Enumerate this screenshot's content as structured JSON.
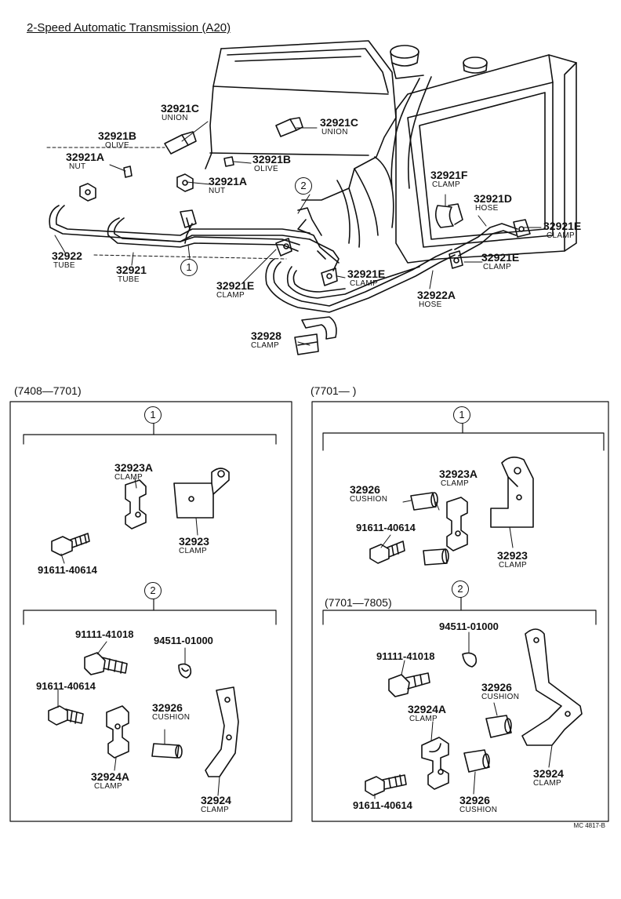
{
  "title": "2-Speed Automatic Transmission (A20)",
  "drawing_code": "MC 4817-B",
  "main_labels": [
    {
      "id": "c1",
      "part": "32921C",
      "name": "UNION"
    },
    {
      "id": "c2",
      "part": "32921C",
      "name": "UNION"
    },
    {
      "id": "b1",
      "part": "32921B",
      "name": "OLIVE"
    },
    {
      "id": "b2",
      "part": "32921B",
      "name": "OLIVE"
    },
    {
      "id": "a1",
      "part": "32921A",
      "name": "NUT"
    },
    {
      "id": "a2",
      "part": "32921A",
      "name": "NUT"
    },
    {
      "id": "f1",
      "part": "32921F",
      "name": "CLAMP"
    },
    {
      "id": "d1",
      "part": "32921D",
      "name": "HOSE"
    },
    {
      "id": "e1",
      "part": "32921E",
      "name": "CLAMP"
    },
    {
      "id": "e2",
      "part": "32921E",
      "name": "CLAMP"
    },
    {
      "id": "e3",
      "part": "32921E",
      "name": "CLAMP"
    },
    {
      "id": "e4",
      "part": "32921E",
      "name": "CLAMP"
    },
    {
      "id": "t1",
      "part": "32922",
      "name": "TUBE"
    },
    {
      "id": "t2",
      "part": "32921",
      "name": "TUBE"
    },
    {
      "id": "h1",
      "part": "32922A",
      "name": "HOSE"
    },
    {
      "id": "k1",
      "part": "32928",
      "name": "CLAMP"
    }
  ],
  "callouts": {
    "one": "1",
    "two": "2"
  },
  "panel_left": {
    "range": "(7408—7701)",
    "g1": {
      "marker": "1",
      "clamp_a": {
        "part": "32923A",
        "name": "CLAMP"
      },
      "clamp": {
        "part": "32923",
        "name": "CLAMP"
      },
      "bolt": "91611-40614"
    },
    "g2": {
      "marker": "2",
      "bolt1": "91111-41018",
      "washer": "94511-01000",
      "bolt2": "91611-40614",
      "cushion": {
        "part": "32926",
        "name": "CUSHION"
      },
      "clamp_a": {
        "part": "32924A",
        "name": "CLAMP"
      },
      "clamp": {
        "part": "32924",
        "name": "CLAMP"
      }
    }
  },
  "panel_right": {
    "range": "(7701—       )",
    "g1": {
      "marker": "1",
      "cushion": {
        "part": "32926",
        "name": "CUSHION"
      },
      "clamp_a": {
        "part": "32923A",
        "name": "CLAMP"
      },
      "bolt": "91611-40614",
      "clamp": {
        "part": "32923",
        "name": "CLAMP"
      }
    },
    "g2": {
      "range": "(7701—7805)",
      "marker": "2",
      "washer": "94511-01000",
      "bolt1": "91111-41018",
      "cushion1": {
        "part": "32926",
        "name": "CUSHION"
      },
      "clamp_a": {
        "part": "32924A",
        "name": "CLAMP"
      },
      "clamp": {
        "part": "32924",
        "name": "CLAMP"
      },
      "bolt2": "91611-40614",
      "cushion2": {
        "part": "32926",
        "name": "CUSHION"
      }
    }
  }
}
